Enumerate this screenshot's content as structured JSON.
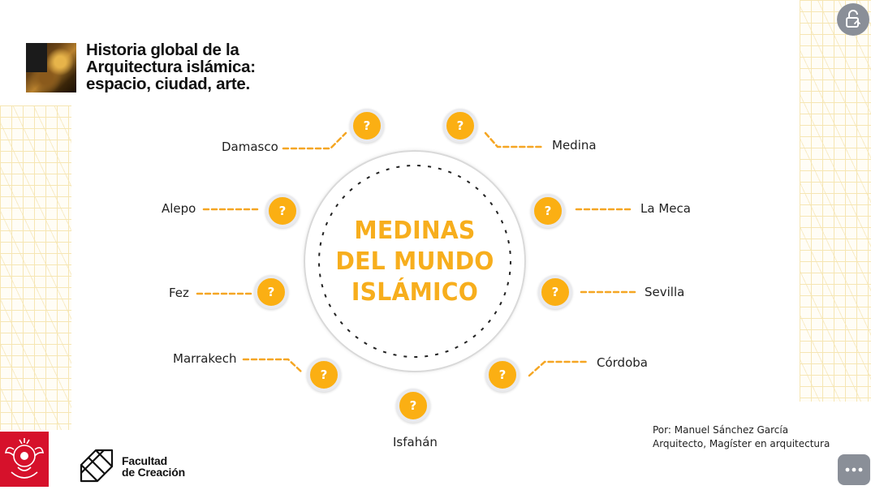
{
  "header": {
    "title_lines": [
      "Historia global de la",
      "Arquitectura islámica:",
      "espacio, ciudad, arte."
    ],
    "thumbnail_icon": "architecture-photo"
  },
  "center": {
    "title_lines": [
      "MEDINAS",
      "DEL MUNDO",
      "ISLÁMICO"
    ]
  },
  "markers": {
    "symbol": "?"
  },
  "cities": {
    "damasco": "Damasco",
    "medina": "Medina",
    "alepo": "Alepo",
    "la_meca": "La Meca",
    "fez": "Fez",
    "sevilla": "Sevilla",
    "marrakech": "Marrakech",
    "cordoba": "Córdoba",
    "isfahan": "Isfahán"
  },
  "credits": {
    "line1": "Por: Manuel Sánchez García",
    "line2": "Arquitecto, Magíster en arquitectura"
  },
  "footer": {
    "logo_lines": [
      "Facultad",
      "de Creación"
    ],
    "shield_icon": "university-shield-icon",
    "logo_icon": "cube-wireframe-icon"
  },
  "controls": {
    "lock_icon": "unlock-icon",
    "more_icon": "more-dots-icon"
  },
  "colors": {
    "accent": "#fbaf13",
    "title": "#f7ae1d",
    "shield": "#d6112b",
    "button_gray": "#8a8f98"
  }
}
